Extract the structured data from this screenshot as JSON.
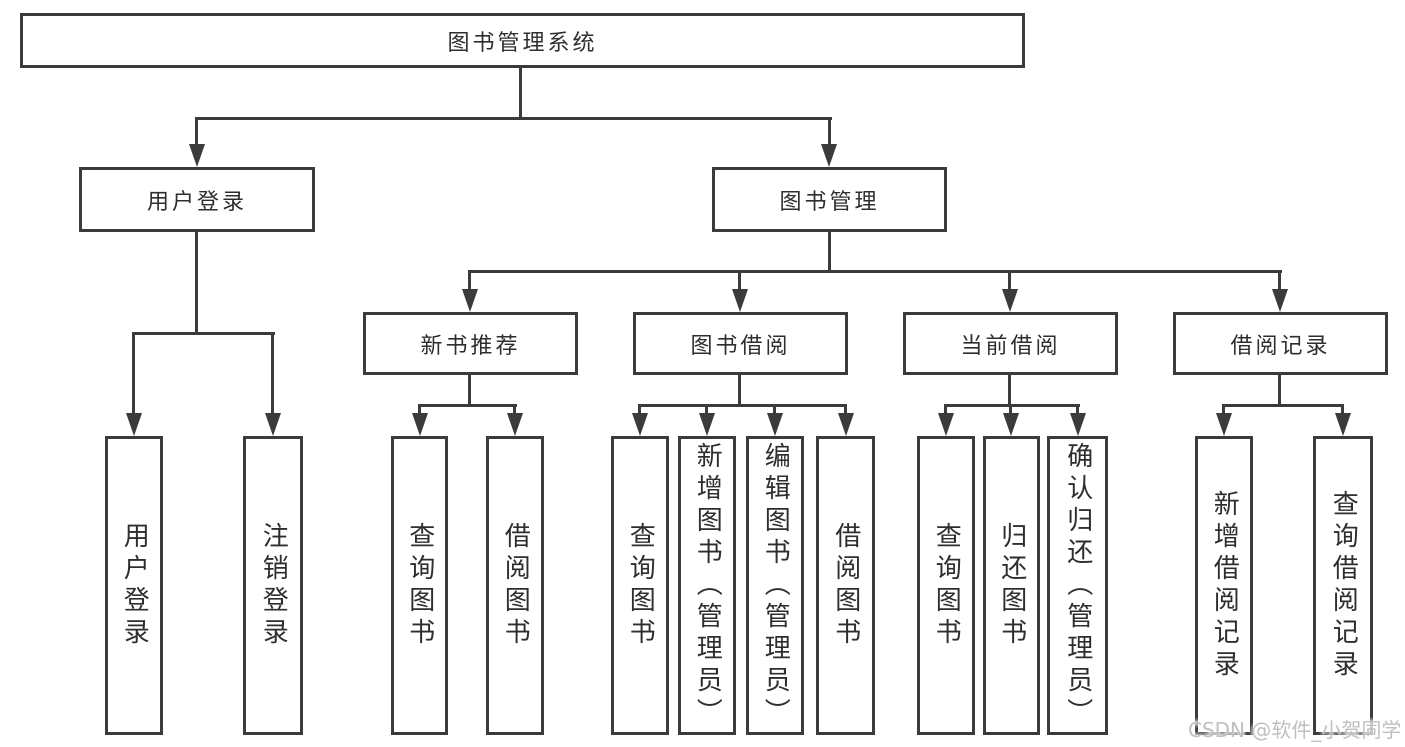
{
  "tree": {
    "root": {
      "label": "图书管理系统"
    },
    "branches": [
      {
        "label": "用户登录",
        "children": [
          {
            "label": "用户登录"
          },
          {
            "label": "注销登录"
          }
        ]
      },
      {
        "label": "图书管理",
        "children": [
          {
            "label": "新书推荐",
            "children": [
              {
                "label": "查询图书"
              },
              {
                "label": "借阅图书"
              }
            ]
          },
          {
            "label": "图书借阅",
            "children": [
              {
                "label": "查询图书"
              },
              {
                "label": "新增图书（管理员）"
              },
              {
                "label": "编辑图书（管理员）"
              },
              {
                "label": "借阅图书"
              }
            ]
          },
          {
            "label": "当前借阅",
            "children": [
              {
                "label": "查询图书"
              },
              {
                "label": "归还图书"
              },
              {
                "label": "确认归还（管理员）"
              }
            ]
          },
          {
            "label": "借阅记录",
            "children": [
              {
                "label": "新增借阅记录"
              },
              {
                "label": "查询借阅记录"
              }
            ]
          }
        ]
      }
    ]
  },
  "watermark": {
    "text": "CSDN @软件_小贺同学"
  },
  "colors": {
    "line": "#3b3b3b",
    "text": "#2e2e2e",
    "watermark": "#c0c0c0",
    "background": "#ffffff"
  }
}
